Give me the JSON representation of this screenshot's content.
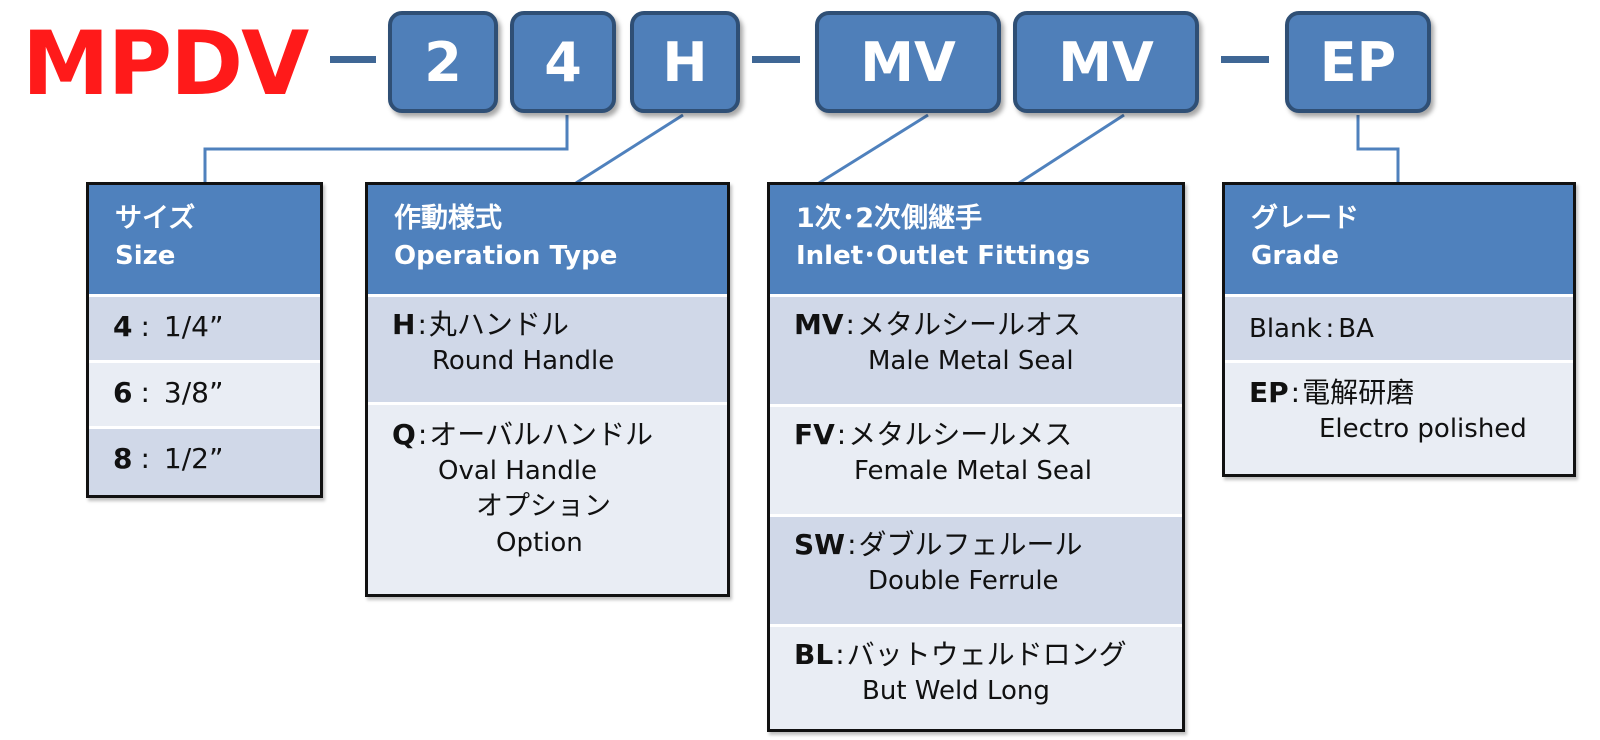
{
  "prefix": "MPDV",
  "code_boxes": [
    "2",
    "4",
    "H",
    "MV",
    "MV",
    "EP"
  ],
  "colors": {
    "prefix_red": "#ff1a1a",
    "box_blue": "#4f7fb9",
    "box_border": "#2f4f75",
    "header_blue": "#4f81bd",
    "row_dark": "#d0d8e8",
    "row_light": "#e9edf4",
    "connector": "#4f81bd"
  },
  "size_table": {
    "title_jp": "サイズ",
    "title_en": "Size",
    "rows": [
      {
        "code": "4",
        "sep": ":",
        "value": "1/4”"
      },
      {
        "code": "6",
        "sep": ":",
        "value": "3/8”"
      },
      {
        "code": "8",
        "sep": ":",
        "value": "1/2”"
      }
    ]
  },
  "operation_table": {
    "title_jp": "作動様式",
    "title_en": "Operation Type",
    "rows": [
      {
        "code": "H",
        "sep": ":",
        "jp": "丸ハンドル",
        "en": "Round Handle"
      },
      {
        "code": "Q",
        "sep": ":",
        "jp": "オーバルハンドル",
        "en": "Oval Handle",
        "note_jp": "オプション",
        "note_en": "Option"
      }
    ]
  },
  "fittings_table": {
    "title_jp": "1次･2次側継手",
    "title_en": "Inlet･Outlet Fittings",
    "rows": [
      {
        "code": "MV",
        "sep": ":",
        "jp": "メタルシールオス",
        "en": "Male Metal Seal"
      },
      {
        "code": "FV",
        "sep": ":",
        "jp": "メタルシールメス",
        "en": "Female Metal Seal"
      },
      {
        "code": "SW",
        "sep": ":",
        "jp": "ダブルフェルール",
        "en": "Double Ferrule"
      },
      {
        "code": "BL",
        "sep": ":",
        "jp": "バットウェルドロング",
        "en": "But Weld Long"
      }
    ]
  },
  "grade_table": {
    "title_jp": "グレード",
    "title_en": "Grade",
    "rows": [
      {
        "code": "Blank",
        "sep": ":",
        "jp": "BA"
      },
      {
        "code": "EP",
        "sep": ":",
        "jp": "電解研磨",
        "en": "Electro polished"
      }
    ]
  }
}
